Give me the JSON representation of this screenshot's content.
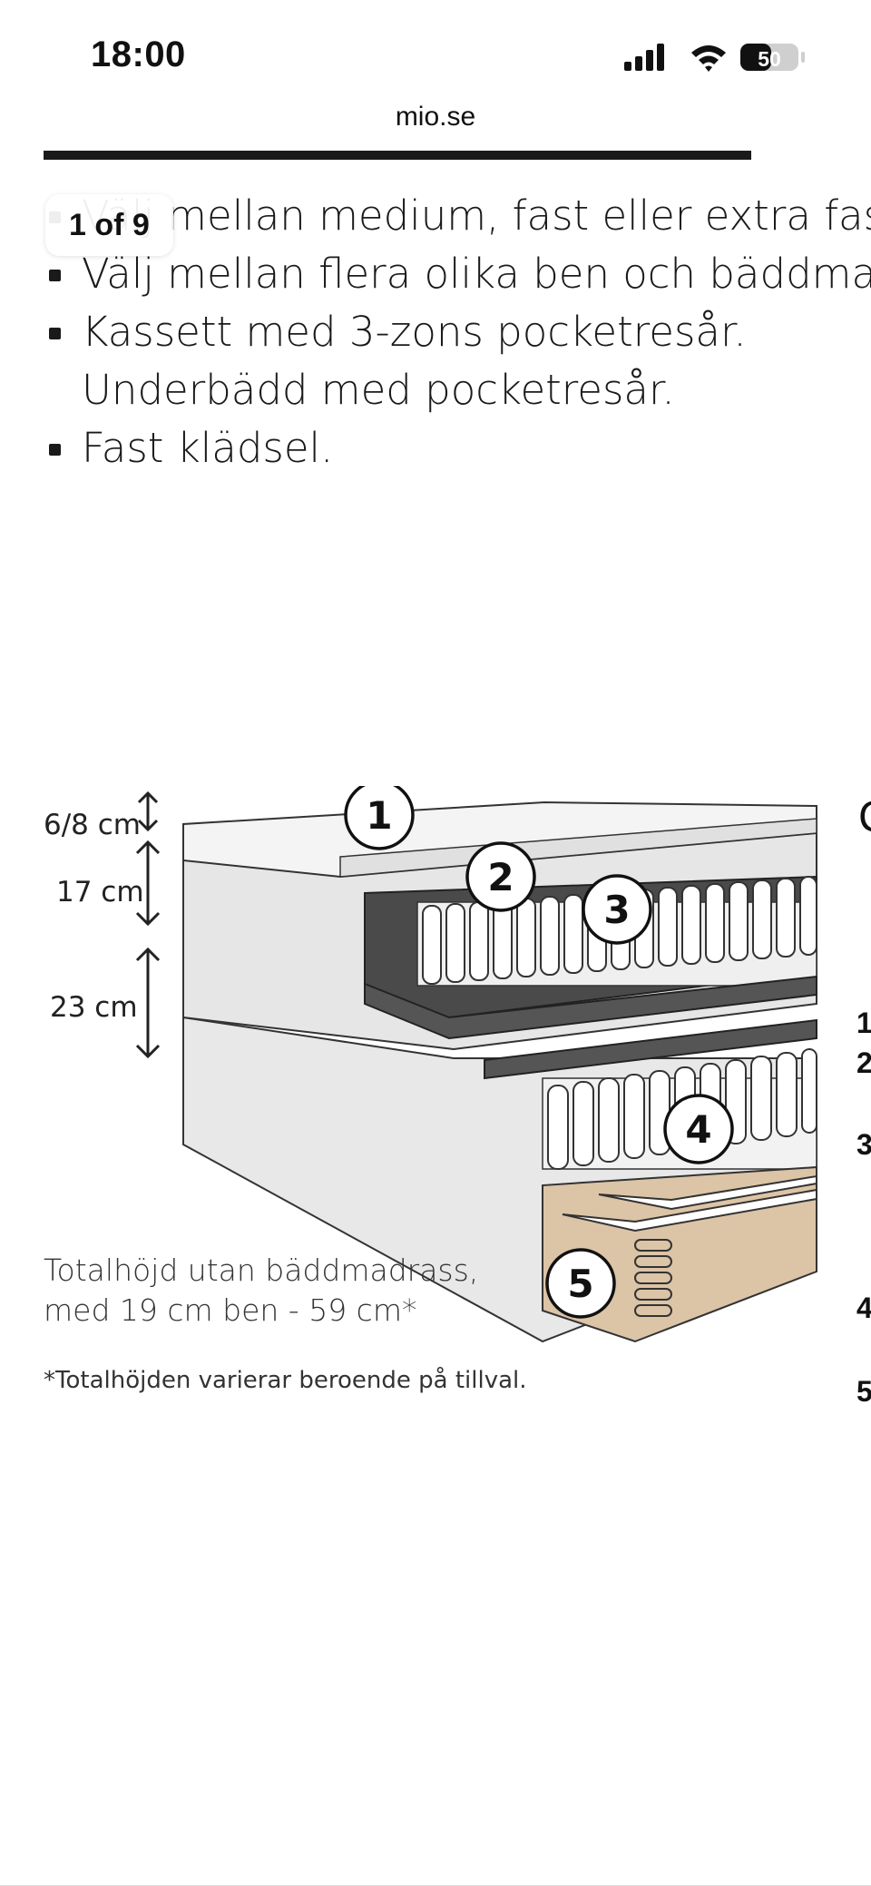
{
  "status": {
    "time": "18:00",
    "battery_level": "50"
  },
  "browser": {
    "url": "mio.se"
  },
  "viewer": {
    "counter": "1 of 9"
  },
  "product": {
    "bullets": [
      "Välj mellan medium, fast eller extra fast komfort.",
      "Välj mellan flera olika ben och bäddmadrass.",
      "Kassett med 3-zons pocketresår.",
      "Fast klädsel."
    ],
    "bullet3_continuation": "Underbädd med pocketresår."
  },
  "diagram": {
    "dimensions": [
      "6/8 cm",
      "17 cm",
      "23 cm"
    ],
    "callouts": [
      "1",
      "2",
      "3",
      "4",
      "5"
    ],
    "right_side_numbers": [
      "1",
      "2",
      "3",
      "4",
      "5"
    ],
    "total_height_line1": "Totalhöjd utan bäddmadrass,",
    "total_height_line2": "med 19 cm ben - 59 cm*",
    "footnote": "*Totalhöjden varierar beroende på tillval."
  },
  "colors": {
    "dark_grey": "#4a4a4a",
    "light_grey": "#e6e6e6",
    "wood": "#d9c2a6"
  }
}
